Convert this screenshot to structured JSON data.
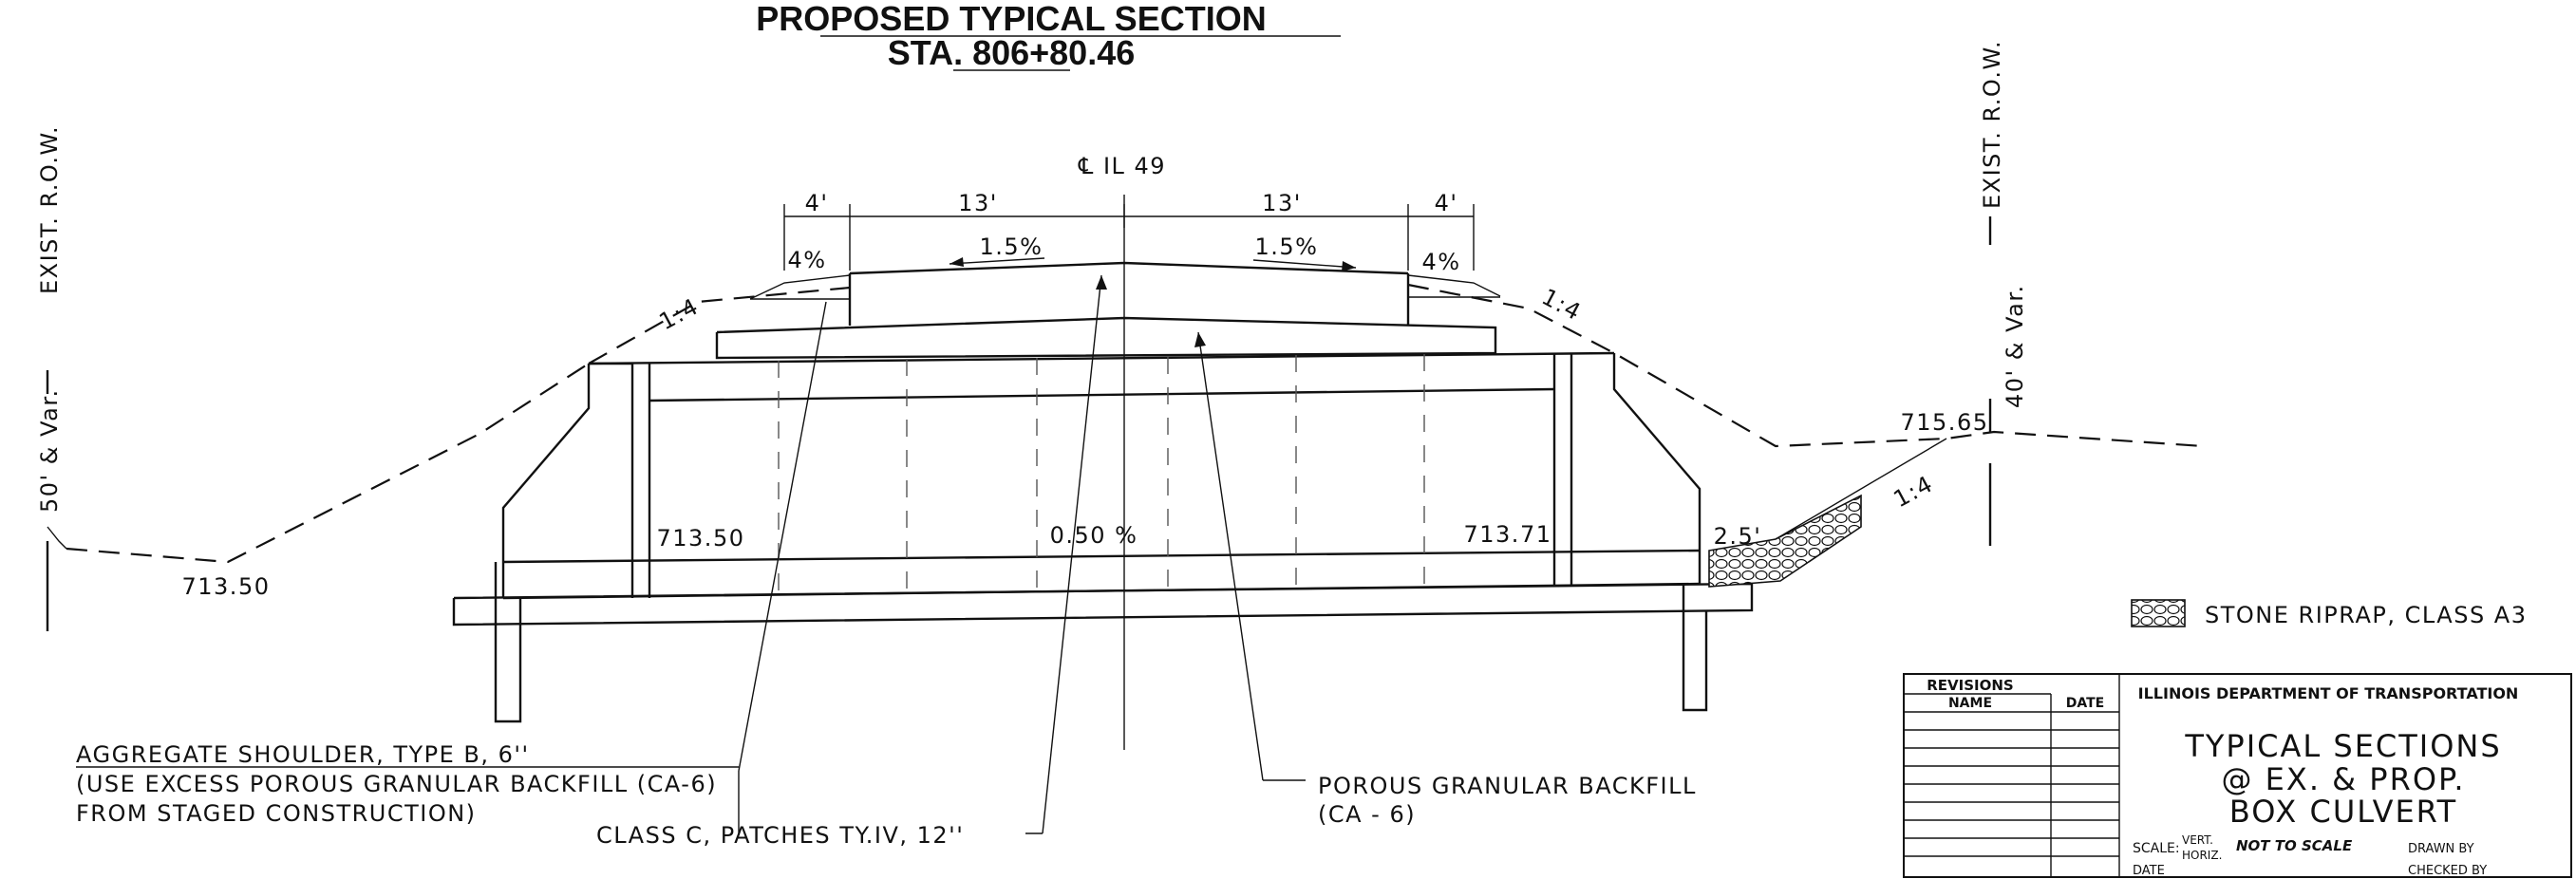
{
  "title": {
    "line1": "PROPOSED TYPICAL SECTION",
    "line2": "STA. 806+80.46"
  },
  "row_labels": {
    "left_width": "50' & Var.",
    "left_row": "EXIST. R.O.W.",
    "right_width": "40' & Var.",
    "right_row": "EXIST. R.O.W."
  },
  "centerline": {
    "label": "℄ IL 49"
  },
  "dimensions": {
    "shoulder_left": "4'",
    "lane_left": "13'",
    "lane_right": "13'",
    "shoulder_right": "4'",
    "riprap_depth": "2.5'"
  },
  "slopes": {
    "lane_left": "1.5%",
    "lane_right": "1.5%",
    "shoulder_left": "4%",
    "shoulder_right": "4%",
    "side_left": "1:4",
    "side_right": "1:4",
    "riprap": "1:4",
    "culvert_invert": "0.50 %"
  },
  "elevations": {
    "ground_left": "713.50",
    "invert_left": "713.50",
    "invert_right": "713.71",
    "ground_right": "715.65"
  },
  "callouts": {
    "aggregate_shoulder": [
      "AGGREGATE SHOULDER, TYPE B, 6''",
      "(USE EXCESS POROUS GRANULAR BACKFILL (CA-6)",
      "FROM STAGED CONSTRUCTION)"
    ],
    "class_c_patches": "CLASS C, PATCHES TY.IV, 12''",
    "porous_backfill": [
      "POROUS GRANULAR BACKFILL",
      "(CA - 6)"
    ]
  },
  "legend": {
    "stone_riprap": "STONE RIPRAP, CLASS A3"
  },
  "title_block": {
    "revisions_header": "REVISIONS",
    "name_header": "NAME",
    "date_header": "DATE",
    "agency": "ILLINOIS DEPARTMENT OF TRANSPORTATION",
    "sheet_title": [
      "TYPICAL SECTIONS",
      "@ EX. & PROP.",
      "BOX CULVERT"
    ],
    "scale_label": "SCALE:",
    "scale_vert": "VERT.",
    "scale_horiz": "HORIZ.",
    "scale_note": "NOT TO SCALE",
    "date_label": "DATE",
    "drawn_by": "DRAWN BY",
    "checked_by": "CHECKED BY"
  }
}
